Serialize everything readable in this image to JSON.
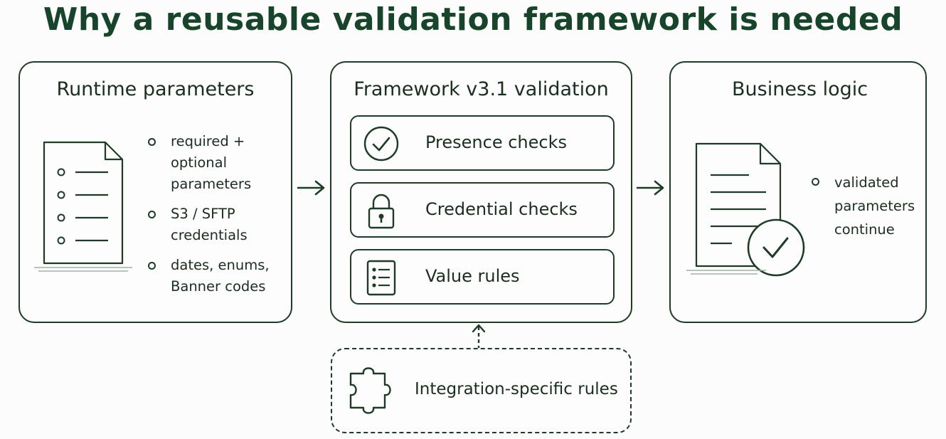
{
  "title": "Why a reusable validation framework is needed",
  "left_box": {
    "title": "Runtime parameters",
    "bullets": [
      [
        "required +",
        "optional",
        "parameters"
      ],
      [
        "S3 / SFTP",
        "credentials"
      ],
      [
        "dates, enums,",
        "Banner codes"
      ]
    ]
  },
  "middle_box": {
    "title": "Framework v3.1 validation",
    "checks": [
      {
        "label": "Presence checks",
        "icon": "checkmark-circle-icon"
      },
      {
        "label": "Credential checks",
        "icon": "padlock-icon"
      },
      {
        "label": "Value rules",
        "icon": "checklist-icon"
      }
    ]
  },
  "right_box": {
    "title": "Business logic",
    "bullets": [
      [
        "validated",
        "parameters",
        "continue"
      ]
    ]
  },
  "plugin_box": {
    "label": "Integration-specific rules",
    "icon": "puzzle-piece-icon"
  },
  "colors": {
    "title": "#17442a",
    "stroke": "#1f3a27",
    "background": "#fbfcfb"
  }
}
